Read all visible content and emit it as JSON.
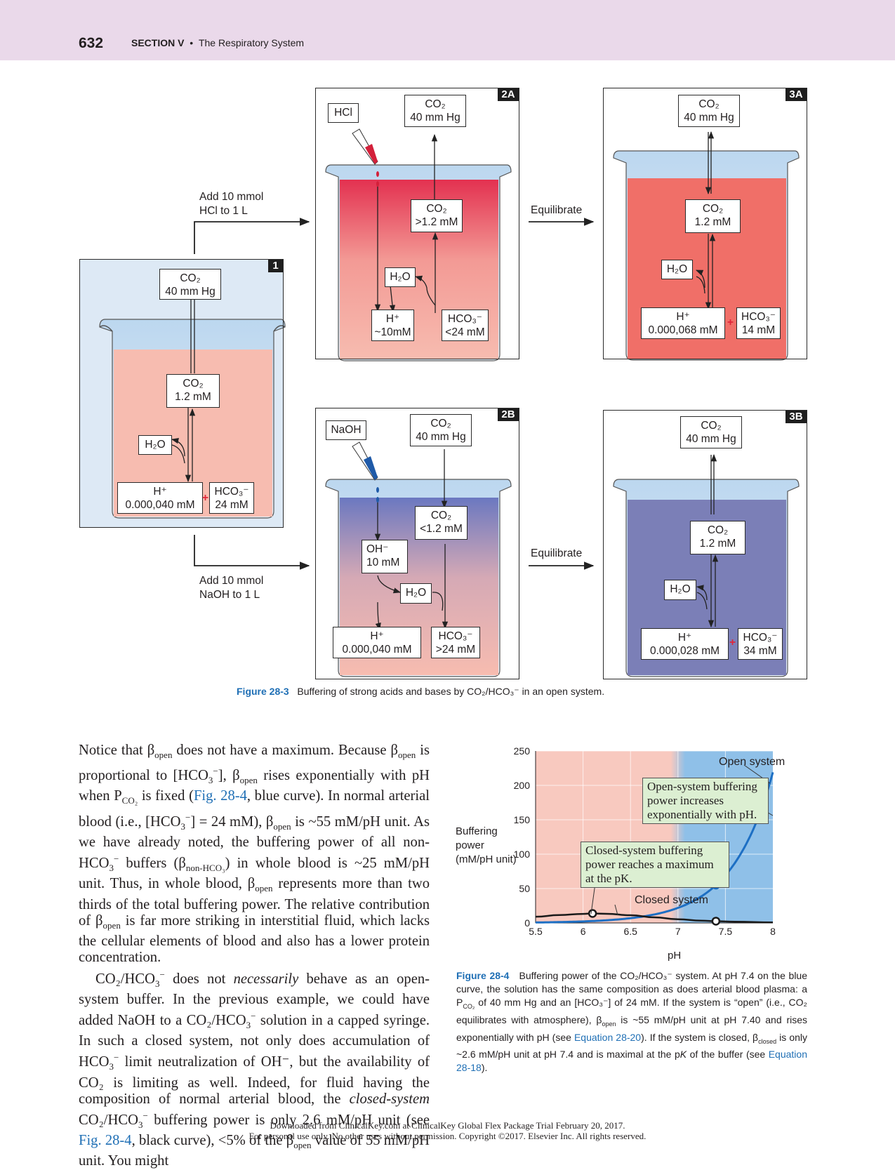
{
  "header": {
    "page_number": "632",
    "section": "SECTION V",
    "bullet": "•",
    "title": "The Respiratory System"
  },
  "fig283": {
    "panel1": {
      "tag": "1",
      "co2_gas": [
        "CO₂",
        "40 mm Hg"
      ],
      "co2_sol": [
        "CO₂",
        "1.2 mM"
      ],
      "h2o": "H₂O",
      "h": [
        "H⁺",
        "0.000,040 mM"
      ],
      "hco3": [
        "HCO₃⁻",
        "24 mM"
      ]
    },
    "panel2a": {
      "tag": "2A",
      "reagent": "HCl",
      "co2_gas": [
        "CO₂",
        "40 mm Hg"
      ],
      "co2_sol": [
        "CO₂",
        ">1.2 mM"
      ],
      "h2o": "H₂O",
      "h": [
        "H⁺",
        "~10mM"
      ],
      "hco3": [
        "HCO₃⁻",
        "<24 mM"
      ]
    },
    "panel3a": {
      "tag": "3A",
      "co2_gas": [
        "CO₂",
        "40 mm Hg"
      ],
      "co2_sol": [
        "CO₂",
        "1.2 mM"
      ],
      "h2o": "H₂O",
      "h": [
        "H⁺",
        "0.000,068 mM"
      ],
      "hco3": [
        "HCO₃⁻",
        "14 mM"
      ]
    },
    "panel2b": {
      "tag": "2B",
      "reagent": "NaOH",
      "co2_gas": [
        "CO₂",
        "40 mm Hg"
      ],
      "co2_sol": [
        "CO₂",
        "<1.2 mM"
      ],
      "oh": [
        "OH⁻",
        "10 mM"
      ],
      "h2o": "H₂O",
      "h": [
        "H⁺",
        "0.000,040 mM"
      ],
      "hco3": [
        "HCO₃⁻",
        ">24 mM"
      ]
    },
    "panel3b": {
      "tag": "3B",
      "co2_gas": [
        "CO₂",
        "40 mm Hg"
      ],
      "co2_sol": [
        "CO₂",
        "1.2 mM"
      ],
      "h2o": "H₂O",
      "h": [
        "H⁺",
        "0.000,028 mM"
      ],
      "hco3": [
        "HCO₃⁻",
        "34 mM"
      ]
    },
    "add_hcl": "Add 10 mmol\nHCl to 1 L",
    "add_naoh": "Add 10 mmol\nNaOH to 1 L",
    "equilibrate": "Equilibrate",
    "plus": "+",
    "caption_label": "Figure 28-3",
    "caption_text": "Buffering of strong acids and bases by  CO₂/HCO₃⁻  in an open system."
  },
  "fig284": {
    "caption_label": "Figure 28-4",
    "caption_text": "Buffering power of the CO₂/HCO₃⁻ system. At pH 7.4 on the blue curve, the solution has the same composition as does arterial blood plasma: a P",
    "caption_pco2_sub": "CO₂",
    "caption_text2": " of 40 mm Hg and an [HCO₃⁻] of 24 mM. If the system is “open” (i.e., CO₂ equilibrates with atmosphere), β",
    "caption_open_sub": "open",
    "caption_text3": " is ~55 mM/pH unit at pH 7.40 and rises exponentially with pH (see ",
    "caption_link1": "Equation 28-20",
    "caption_text4": "). If the system is closed, β",
    "caption_closed_sub": "closed",
    "caption_text5": " is only ~2.6 mM/pH unit at pH 7.4 and is maximal at the p",
    "caption_pk": "K",
    "caption_text6": " of the buffer (see ",
    "caption_link2": "Equation 28-18",
    "caption_text7": ")."
  },
  "chart_data": {
    "type": "line",
    "xlabel": "pH",
    "ylabel": "Buffering\npower\n(mM/pH unit)",
    "xlim": [
      5.5,
      8
    ],
    "ylim": [
      0,
      250
    ],
    "xticks": [
      "5.5",
      "6",
      "6.5",
      "7",
      "7.5",
      "8"
    ],
    "yticks": [
      "0",
      "50",
      "100",
      "150",
      "200",
      "250"
    ],
    "region_colors": {
      "closed_zone": "#f8c9bf",
      "open_zone": "#8fc0e8"
    },
    "series": [
      {
        "name": "Open system",
        "color": "#1d6fc4",
        "x": [
          5.5,
          6.0,
          6.5,
          7.0,
          7.2,
          7.4,
          7.6,
          7.8,
          8.0
        ],
        "values": [
          0.2,
          0.6,
          1.7,
          5.5,
          8.7,
          55,
          87,
          138,
          219
        ],
        "marker_x": 7.4,
        "marker_y": 55
      },
      {
        "name": "Closed system",
        "color": "#1a1a1a",
        "x": [
          5.5,
          5.75,
          6.0,
          6.1,
          6.25,
          6.5,
          6.75,
          7.0,
          7.25,
          7.4,
          7.6,
          8.0
        ],
        "values": [
          9,
          11.5,
          13.2,
          13.8,
          13.3,
          11.2,
          8.2,
          5.3,
          3.3,
          2.6,
          1.8,
          0.8
        ],
        "marker_x": 6.1,
        "marker_y": 13.8,
        "marker2_x": 7.4,
        "marker2_y": 2.6
      }
    ],
    "annotations": [
      "Open-system buffering\npower increases\nexponentially with pH.",
      "Closed-system buffering\npower reaches a maximum\nat the pK."
    ]
  },
  "body": {
    "p1": [
      {
        "t": "Notice that β"
      },
      {
        "sub": "open"
      },
      {
        "t": " does not have a maximum. Because β"
      },
      {
        "sub": "open"
      },
      {
        "t": " is proportional to [HCO"
      },
      {
        "sub": "3"
      },
      {
        "sup": "−"
      },
      {
        "t": "], β"
      },
      {
        "sub": "open"
      },
      {
        "t": " rises exponentially with pH when P"
      },
      {
        "sub": "CO₂"
      },
      {
        "t": " is fixed ("
      },
      {
        "link": "Fig. 28-4"
      },
      {
        "t": ", blue curve). In normal arterial blood (i.e., [HCO"
      },
      {
        "sub": "3"
      },
      {
        "sup": "−"
      },
      {
        "t": "] = 24 mM), β"
      },
      {
        "sub": "open"
      },
      {
        "t": " is ~55 mM/pH unit. As we have already noted, the buffering power of all non-HCO"
      },
      {
        "sub": "3"
      },
      {
        "sup": "−"
      },
      {
        "t": " buffers (β"
      },
      {
        "sub": "non-HCO₃"
      },
      {
        "t": ") in whole blood is ~25 mM/pH unit. Thus, in whole blood, β"
      },
      {
        "sub": "open"
      },
      {
        "t": " represents more than two thirds of the total buffering power. The relative contribution of β"
      },
      {
        "sub": "open"
      },
      {
        "t": " is far more striking in interstitial fluid, which lacks the cellular elements of blood and also has a lower protein concentration."
      }
    ],
    "p2": [
      {
        "t": "CO₂/HCO"
      },
      {
        "sub": "3"
      },
      {
        "sup": "−"
      },
      {
        "t": " does not "
      },
      {
        "i": "necessarily"
      },
      {
        "t": " behave as an open-system buffer. In the previous example, we could have added NaOH to a CO₂/HCO"
      },
      {
        "sub": "3"
      },
      {
        "sup": "−"
      },
      {
        "t": " solution in a capped syringe. In such a closed system, not only does accumulation of HCO"
      },
      {
        "sub": "3"
      },
      {
        "sup": "−"
      },
      {
        "t": " limit neutralization of OH⁻, but the availability of CO₂ is limiting as well. Indeed, for fluid having the composition of normal arterial blood, the "
      },
      {
        "i": "closed-system"
      },
      {
        "t": " CO₂/HCO"
      },
      {
        "sub": "3"
      },
      {
        "sup": "−"
      },
      {
        "t": " buffering power is only 2.6 mM/pH unit (see "
      },
      {
        "link": "Fig. 28-4"
      },
      {
        "t": ", black curve), <5% of the β"
      },
      {
        "sub": "open"
      },
      {
        "t": " value of 55 mM/pH unit. You might"
      }
    ]
  },
  "footer": {
    "line1": "Downloaded from ClinicalKey.com at ClinicalKey Global Flex Package Trial February 20, 2017.",
    "line2": "For personal use only. No other uses without permission. Copyright ©2017. Elsevier Inc. All rights reserved."
  }
}
